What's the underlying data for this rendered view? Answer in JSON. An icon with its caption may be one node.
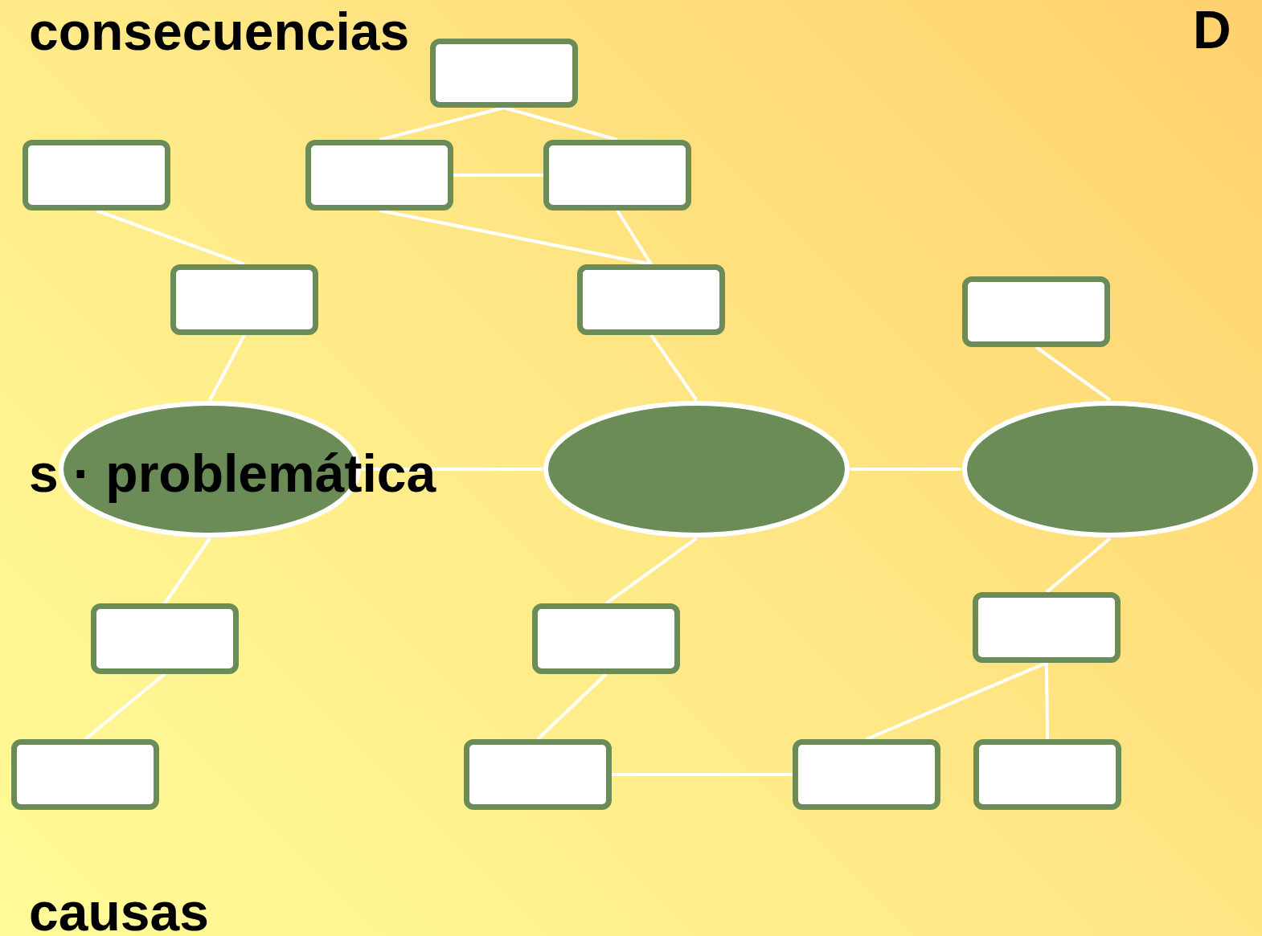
{
  "diagram": {
    "nodes": [
      {
        "text": [],
        "shape": "box"
      },
      {
        "text": [],
        "shape": "box"
      },
      {
        "text": [],
        "shape": "box"
      },
      {
        "text": [],
        "shape": "box"
      },
      {
        "text": [],
        "shape": "box"
      },
      {
        "text": [],
        "shape": "box"
      },
      {
        "text": [],
        "shape": "box"
      },
      {
        "text": [],
        "shape": "ellipse"
      },
      {
        "text": [],
        "shape": "ellipse"
      },
      {
        "text": [],
        "shape": "ellipse"
      },
      {
        "text": [],
        "shape": "box"
      },
      {
        "text": [],
        "shape": "box"
      },
      {
        "text": [],
        "shape": "box"
      },
      {
        "text": [],
        "shape": "box"
      },
      {
        "text": [],
        "shape": "box"
      },
      {
        "text": [],
        "shape": "box"
      },
      {
        "text": [],
        "shape": "box"
      }
    ],
    "edges": [
      {
        "from": 0,
        "to": 2,
        "arrow": "none"
      },
      {
        "from": 0,
        "to": 3,
        "arrow": "none"
      },
      {
        "from": 2,
        "to": 3,
        "arrow": "none"
      },
      {
        "from": 1,
        "to": 4,
        "arrow": "none"
      },
      {
        "from": 2,
        "to": 5,
        "arrow": "none"
      },
      {
        "from": 3,
        "to": 5,
        "arrow": "none"
      },
      {
        "from": 4,
        "to": 7,
        "arrow": "none"
      },
      {
        "from": 5,
        "to": 8,
        "arrow": "none"
      },
      {
        "from": 6,
        "to": 9,
        "arrow": "none"
      },
      {
        "from": 7,
        "to": 8,
        "arrow": "none"
      },
      {
        "from": 8,
        "to": 9,
        "arrow": "none"
      },
      {
        "from": 7,
        "to": 10,
        "arrow": "none"
      },
      {
        "from": 8,
        "to": 11,
        "arrow": "none"
      },
      {
        "from": 9,
        "to": 12,
        "arrow": "none"
      },
      {
        "from": 10,
        "to": 13,
        "arrow": "none"
      },
      {
        "from": 11,
        "to": 14,
        "arrow": "none"
      },
      {
        "from": 14,
        "to": 15,
        "arrow": "none"
      },
      {
        "from": 12,
        "to": 15,
        "arrow": "none"
      },
      {
        "from": 12,
        "to": 16,
        "arrow": "none"
      }
    ],
    "labels": [
      "consecuencias",
      "D",
      "s · problemática",
      "causas"
    ]
  }
}
